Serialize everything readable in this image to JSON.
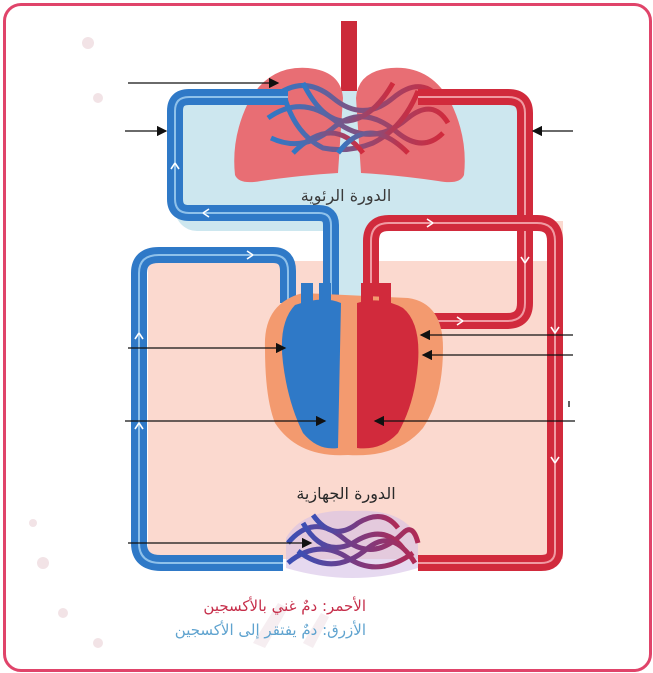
{
  "labels": {
    "pulmonary_circulation": "الدورة الرئوية",
    "systemic_circulation": "الدورة الجهازية"
  },
  "legend": {
    "red": "الأحمر: دمٌ غني بالأكسجين",
    "blue": "الأزرق: دمٌ يفتقر إلى الأكسجين"
  },
  "colors": {
    "frame": "#e0446a",
    "oxygen_rich": "#d12a3c",
    "oxygen_poor": "#2f79c7",
    "pulmonary_area": "#cde7ef",
    "systemic_area": "#fbd9cf",
    "lungs": "#e86e74",
    "heart_outer": "#f39a6f",
    "legend_red_text": "#c62e4a",
    "legend_blue_text": "#5fa3cf"
  }
}
